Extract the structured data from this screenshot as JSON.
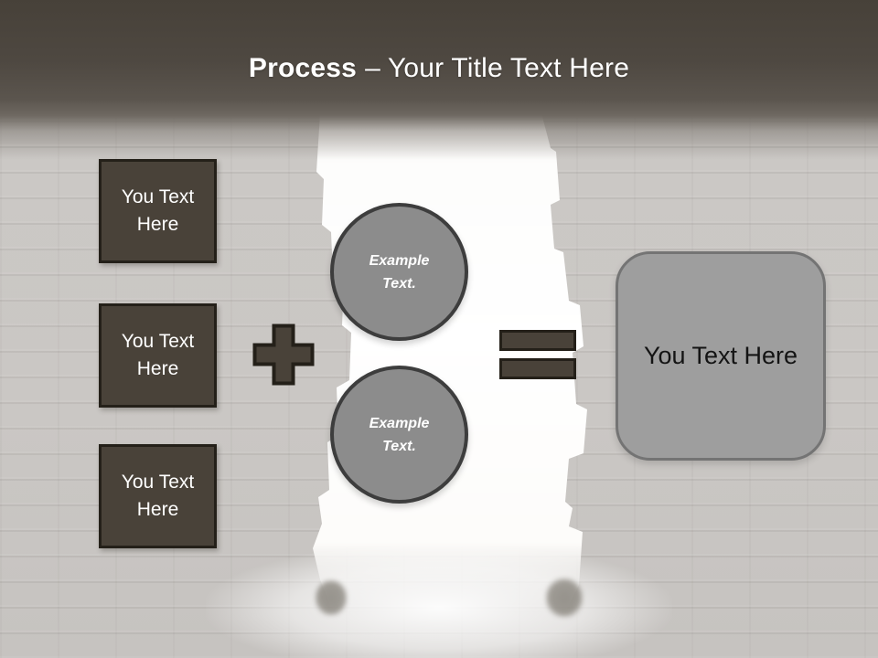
{
  "theme": {
    "header_top": "#474139",
    "header_bottom": "#6e6861",
    "wall": "#c9c6c3",
    "door_light": "#fefdfc",
    "shape_dark_fill": "#494239",
    "shape_dark_border": "#242019",
    "circle_fill": "#8c8c8c",
    "circle_border": "#3d3d3d",
    "result_fill": "#9e9e9e",
    "result_border": "#747474",
    "title_color": "#ffffff",
    "box_text_color": "#ffffff",
    "result_text_color": "#141414"
  },
  "header": {
    "title_bold": "Process",
    "title_rest": "– Your Title Text Here"
  },
  "left_boxes": [
    {
      "label": "You Text Here"
    },
    {
      "label": "You Text Here"
    },
    {
      "label": "You Text Here"
    }
  ],
  "icons": {
    "plus": "plus-icon",
    "equals": "equals-icon"
  },
  "circles": [
    {
      "label": "Example Text."
    },
    {
      "label": "Example Text."
    }
  ],
  "result_box": {
    "label": "You Text Here"
  }
}
